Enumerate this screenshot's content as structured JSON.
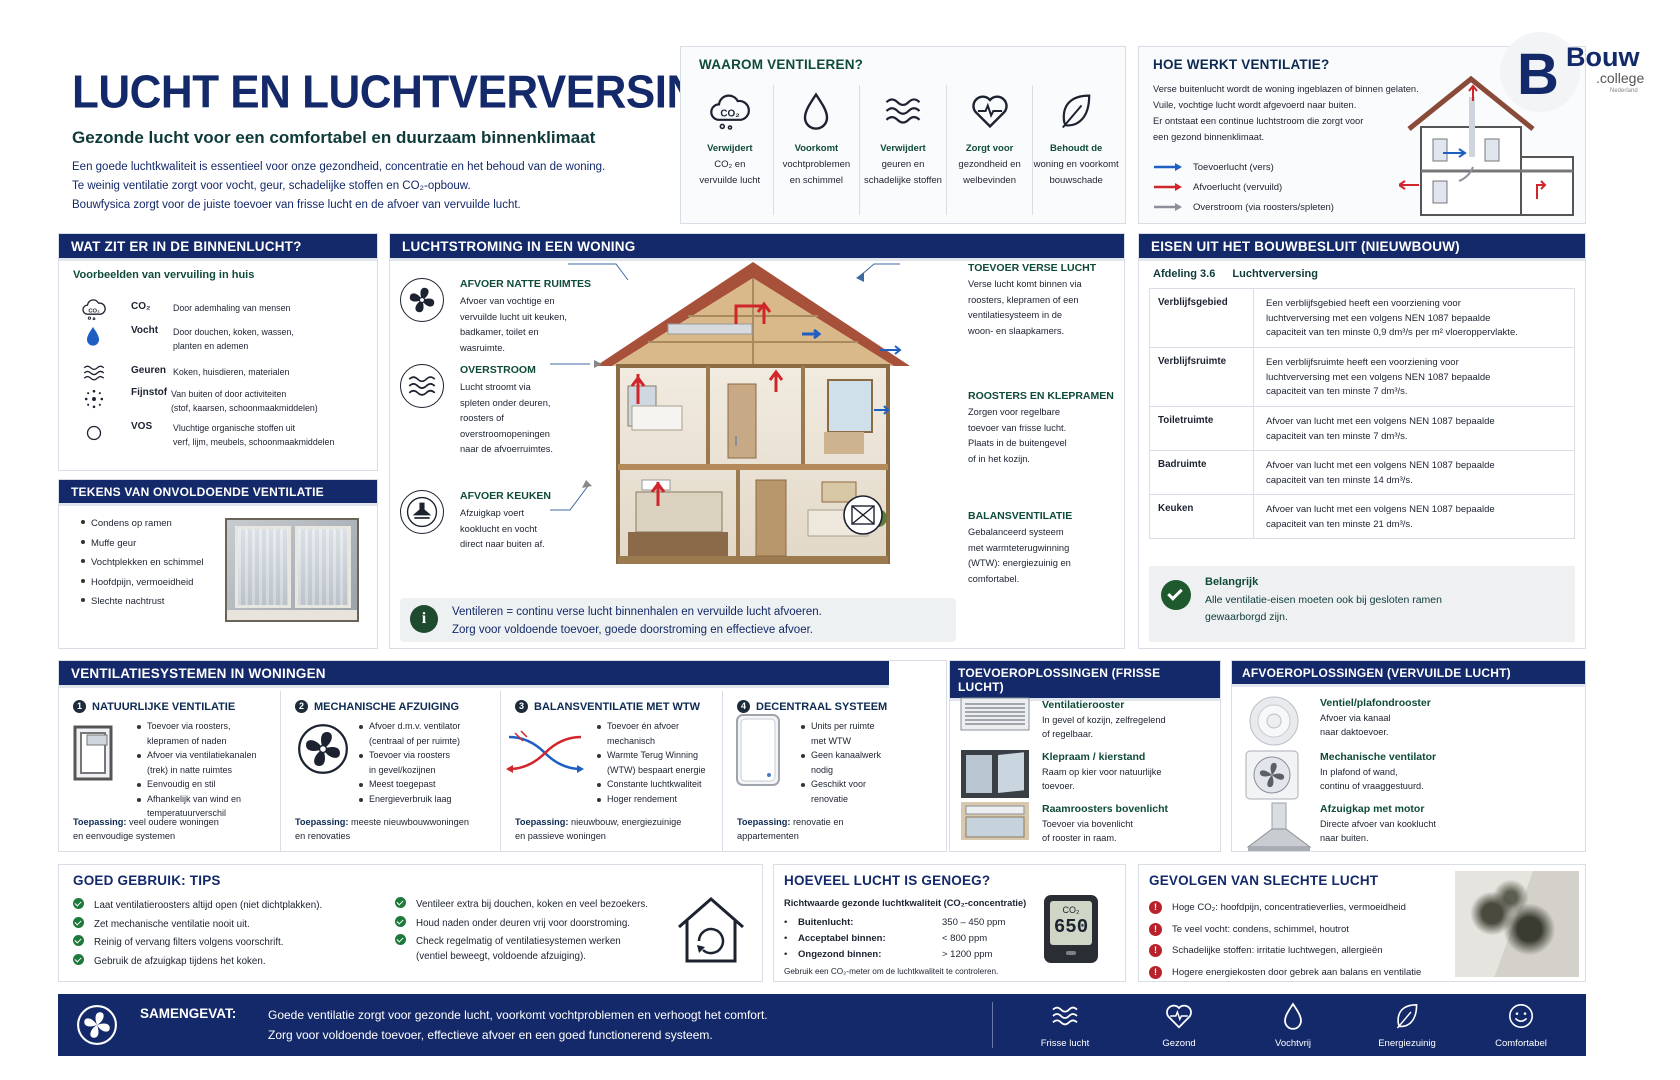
{
  "title": "LUCHT EN LUCHTVERVERSING",
  "subtitle": "Gezonde lucht voor een comfortabel en duurzaam binnenklimaat",
  "intro": [
    "Een goede luchtkwaliteit is essentieel voor onze gezondheid, concentratie en het behoud van de woning.",
    "Te weinig ventilatie zorgt voor vocht, geur, schadelijke stoffen en CO₂-opbouw.",
    "Bouwfysica zorgt voor de juiste toevoer van frisse lucht en de afvoer van vervuilde lucht."
  ],
  "logo": {
    "main": "Bouw",
    "sub": ".college",
    "tiny": "Nederland",
    "letter": "B"
  },
  "waarom": {
    "title": "WAAROM VENTILEREN?",
    "items": [
      {
        "icon": "co2-cloud-icon",
        "l1": "Verwijdert",
        "l2": "CO₂ en",
        "l3": "vervuilde lucht"
      },
      {
        "icon": "water-drop-icon",
        "l1": "Voorkomt",
        "l2": "vochtproblemen",
        "l3": "en schimmel"
      },
      {
        "icon": "waves-icon",
        "l1": "Verwijdert",
        "l2": "geuren en",
        "l3": "schadelijke stoffen"
      },
      {
        "icon": "heart-pulse-icon",
        "l1": "Zorgt voor",
        "l2": "gezondheid en",
        "l3": "welbevinden"
      },
      {
        "icon": "leaf-icon",
        "l1": "Behoudt de",
        "l2": "woning en voorkomt",
        "l3": "bouwschade"
      }
    ]
  },
  "hoe": {
    "title": "HOE WERKT VENTILATIE?",
    "lines": [
      "Verse buitenlucht wordt de woning ingeblazen of binnen gelaten.",
      "Vuile, vochtige lucht wordt afgevoerd naar buiten.",
      "Er ontstaat een continue luchtstroom die zorgt voor",
      "een gezond binnenklimaat."
    ],
    "legend": [
      {
        "label": "Toevoerlucht (vers)",
        "color": "#1f5fc4"
      },
      {
        "label": "Afvoerlucht (vervuild)",
        "color": "#d0262b"
      },
      {
        "label": "Overstroom (via roosters/spleten)",
        "color": "#8a8f99"
      }
    ]
  },
  "binnenlucht": {
    "title": "WAT ZIT ER IN DE BINNENLUCHT?",
    "sub": "Voorbeelden van vervuiling in huis",
    "items": [
      {
        "icon": "co2-cloud-icon",
        "name": "CO₂",
        "d1": "Door ademhaling van mensen",
        "d2": ""
      },
      {
        "icon": "water-drop-icon",
        "name": "Vocht",
        "d1": "Door douchen, koken, wassen,",
        "d2": "planten en ademen"
      },
      {
        "icon": "waves-icon",
        "name": "Geuren",
        "d1": "Koken, huisdieren, materialen",
        "d2": ""
      },
      {
        "icon": "dust-icon",
        "name": "Fijnstof",
        "d1": "Van buiten of door activiteiten",
        "d2": "(stof, kaarsen, schoonmaakmiddelen)"
      },
      {
        "icon": "circle-icon",
        "name": "VOS",
        "d1": "Vluchtige organische stoffen uit",
        "d2": "verf, lijm, meubels, schoonmaakmiddelen"
      }
    ]
  },
  "tekens": {
    "title": "TEKENS VAN ONVOLDOENDE VENTILATIE",
    "items": [
      "Condens op ramen",
      "Muffe geur",
      "Vochtplekken en schimmel",
      "Hoofdpijn, vermoeidheid",
      "Slechte nachtrust"
    ]
  },
  "stroming": {
    "title": "LUCHTSTROMING IN EEN WONING",
    "left": [
      {
        "icon": "fan-icon",
        "title": "AFVOER NATTE RUIMTES",
        "lines": [
          "Afvoer van vochtige en",
          "vervuilde lucht uit keuken,",
          "badkamer, toilet en",
          "wasruimte."
        ]
      },
      {
        "icon": "waves-icon",
        "title": "OVERSTROOM",
        "lines": [
          "Lucht stroomt via",
          "spleten onder deuren,",
          "roosters of",
          "overstroomopeningen",
          "naar de afvoerruimtes."
        ]
      },
      {
        "icon": "hood-icon",
        "title": "AFVOER KEUKEN",
        "lines": [
          "Afzuigkap voert",
          "kooklucht en vocht",
          "direct naar buiten af."
        ]
      }
    ],
    "right": [
      {
        "title": "TOEVOER VERSE LUCHT",
        "lines": [
          "Verse lucht komt binnen via",
          "roosters, klepramen of een",
          "ventilatiesysteem in de",
          "woon- en slaapkamers."
        ]
      },
      {
        "title": "ROOSTERS EN KLEPRAMEN",
        "lines": [
          "Zorgen voor regelbare",
          "toevoer van frisse lucht.",
          "Plaats in de buitengevel",
          "of in het kozijn."
        ]
      },
      {
        "title": "BALANSVENTILATIE",
        "lines": [
          "Gebalanceerd systeem",
          "met warmteterugwinning",
          "(WTW): energiezuinig en",
          "comfortabel."
        ]
      }
    ],
    "note": [
      "Ventileren = continu verse lucht binnenhalen en vervuilde lucht afvoeren.",
      "Zorg voor voldoende toevoer, goede doorstroming en effectieve afvoer."
    ]
  },
  "eisen": {
    "title": "EISEN UIT HET BOUWBESLUIT (NIEUWBOUW)",
    "afdeling": "Afdeling 3.6",
    "afd_title": "Luchtverversing",
    "rows": [
      {
        "k": "Verblijfsgebied",
        "v": [
          "Een verblijfsgebied heeft een voorziening voor",
          "luchtverversing met een volgens NEN 1087 bepaalde",
          "capaciteit van ten minste 0,9 dm³/s per m² vloeroppervlakte."
        ]
      },
      {
        "k": "Verblijfsruimte",
        "v": [
          "Een verblijfsruimte heeft een voorziening voor",
          "luchtverversing met een volgens NEN 1087 bepaalde",
          "capaciteit van ten minste 7 dm³/s."
        ]
      },
      {
        "k": "Toiletruimte",
        "v": [
          "Afvoer van lucht met een volgens NEN 1087 bepaalde",
          "capaciteit van ten minste 7 dm³/s."
        ]
      },
      {
        "k": "Badruimte",
        "v": [
          "Afvoer van lucht met een volgens NEN 1087 bepaalde",
          "capaciteit van ten minste 14 dm³/s."
        ]
      },
      {
        "k": "Keuken",
        "v": [
          "Afvoer van lucht met een volgens NEN 1087 bepaalde",
          "capaciteit van ten minste 21 dm³/s."
        ]
      }
    ],
    "important_title": "Belangrijk",
    "important": [
      "Alle ventilatie-eisen moeten ook bij gesloten ramen",
      "gewaarborgd zijn."
    ]
  },
  "systemen": {
    "title": "VENTILATIESYSTEMEN IN WONINGEN",
    "items": [
      {
        "n": "1",
        "title": "NATUURLIJKE VENTILATIE",
        "icon": "window-icon",
        "bullets": [
          [
            "Toevoer via roosters,",
            "klepramen of naden"
          ],
          [
            "Afvoer via ventilatiekanalen",
            "(trek) in natte ruimtes"
          ],
          [
            "Eenvoudig en stil"
          ],
          [
            "Afhankelijk van wind en",
            "temperatuurverschil"
          ]
        ],
        "tp": "Toepassing:",
        "t1": "veel oudere woningen",
        "t2": "en eenvoudige systemen"
      },
      {
        "n": "2",
        "title": "MECHANISCHE AFZUIGING",
        "icon": "fan-icon",
        "bullets": [
          [
            "Afvoer d.m.v. ventilator",
            "(centraal of per ruimte)"
          ],
          [
            "Toevoer via roosters",
            "in gevel/kozijnen"
          ],
          [
            "Meest toegepast"
          ],
          [
            "Energieverbruik laag"
          ]
        ],
        "tp": "Toepassing:",
        "t1": "meeste nieuwbouwwoningen",
        "t2": "en renovaties"
      },
      {
        "n": "3",
        "title": "BALANSVENTILATIE MET WTW",
        "icon": "heat-exchange-icon",
        "bullets": [
          [
            "Toevoer én afvoer",
            "mechanisch"
          ],
          [
            "Warmte Terug Winning",
            "(WTW) bespaart energie"
          ],
          [
            "Constante luchtkwaliteit"
          ],
          [
            "Hoger rendement"
          ]
        ],
        "tp": "Toepassing:",
        "t1": "nieuwbouw, energiezuinige",
        "t2": "en passieve woningen"
      },
      {
        "n": "4",
        "title": "DECENTRAAL SYSTEEM",
        "icon": "wall-unit-icon",
        "bullets": [
          [
            "Units per ruimte",
            "met WTW"
          ],
          [
            "Geen kanaalwerk",
            "nodig"
          ],
          [
            "Geschikt voor",
            "renovatie"
          ]
        ],
        "tp": "Toepassing:",
        "t1": "renovatie en",
        "t2": "appartementen"
      }
    ]
  },
  "toevoer": {
    "title": "TOEVOEROPLOSSINGEN (FRISSE LUCHT)",
    "items": [
      {
        "icon": "vent-grille-icon",
        "name": "Ventilatierooster",
        "d1": "In gevel of kozijn, zelfregelend",
        "d2": "of regelbaar."
      },
      {
        "icon": "tilt-window-icon",
        "name": "Klepraam / kierstand",
        "d1": "Raam op kier voor natuurlijke",
        "d2": "toevoer."
      },
      {
        "icon": "transom-vent-icon",
        "name": "Raamroosters bovenlicht",
        "d1": "Toevoer via bovenlicht",
        "d2": "of rooster in raam."
      }
    ]
  },
  "afvoer": {
    "title": "AFVOEROPLOSSINGEN (VERVUILDE LUCHT)",
    "items": [
      {
        "icon": "ceiling-valve-icon",
        "name": "Ventiel/plafondrooster",
        "d1": "Afvoer via kanaal",
        "d2": "naar daktoevoer."
      },
      {
        "icon": "exhaust-fan-icon",
        "name": "Mechanische ventilator",
        "d1": "In plafond of wand,",
        "d2": "continu of vraaggestuurd."
      },
      {
        "icon": "range-hood-icon",
        "name": "Afzuigkap met motor",
        "d1": "Directe afvoer van kooklucht",
        "d2": "naar buiten."
      }
    ]
  },
  "tips": {
    "title": "GOED GEBRUIK: TIPS",
    "left": [
      [
        "Laat ventilatieroosters altijd open (niet dichtplakken)."
      ],
      [
        "Zet mechanische ventilatie nooit uit."
      ],
      [
        "Reinig of vervang filters volgens voorschrift."
      ],
      [
        "Gebruik de afzuigkap tijdens het koken."
      ]
    ],
    "right": [
      [
        "Ventileer extra bij douchen, koken en veel bezoekers."
      ],
      [
        "Houd naden onder deuren vrij voor doorstroming."
      ],
      [
        "Check regelmatig of ventilatiesystemen werken",
        "(ventiel beweegt, voldoende afzuiging)."
      ]
    ]
  },
  "genoeg": {
    "title": "HOEVEEL LUCHT IS GENOEG?",
    "sub": "Richtwaarde gezonde luchtkwaliteit (CO₂-concentratie)",
    "rows": [
      {
        "k": "Buitenlucht:",
        "v": "350 – 450 ppm"
      },
      {
        "k": "Acceptabel binnen:",
        "v": "< 800 ppm"
      },
      {
        "k": "Ongezond binnen:",
        "v": "> 1200 ppm"
      }
    ],
    "meter_label": "CO₂",
    "meter_value": "650",
    "foot": "Gebruik een CO₂-meter om de luchtkwaliteit te controleren."
  },
  "gevolgen": {
    "title": "GEVOLGEN VAN SLECHTE LUCHT",
    "items": [
      "Hoge CO₂: hoofdpijn, concentratieverlies, vermoeidheid",
      "Te veel vocht: condens, schimmel, houtrot",
      "Schadelijke stoffen: irritatie luchtwegen, allergieën",
      "Hogere energiekosten door gebrek aan balans en ventilatie"
    ]
  },
  "samenvatting": {
    "label": "SAMENGEVAT:",
    "lines": [
      "Goede ventilatie zorgt voor gezonde lucht, voorkomt vochtproblemen en verhoogt het comfort.",
      "Zorg voor voldoende toevoer, effectieve afvoer en een goed functionerend systeem."
    ],
    "icons": [
      {
        "icon": "waves-icon",
        "label": "Frisse lucht"
      },
      {
        "icon": "heart-pulse-icon",
        "label": "Gezond"
      },
      {
        "icon": "water-drop-icon",
        "label": "Vochtvrij"
      },
      {
        "icon": "leaf-icon",
        "label": "Energiezuinig"
      },
      {
        "icon": "smiley-icon",
        "label": "Comfortabel"
      }
    ]
  }
}
